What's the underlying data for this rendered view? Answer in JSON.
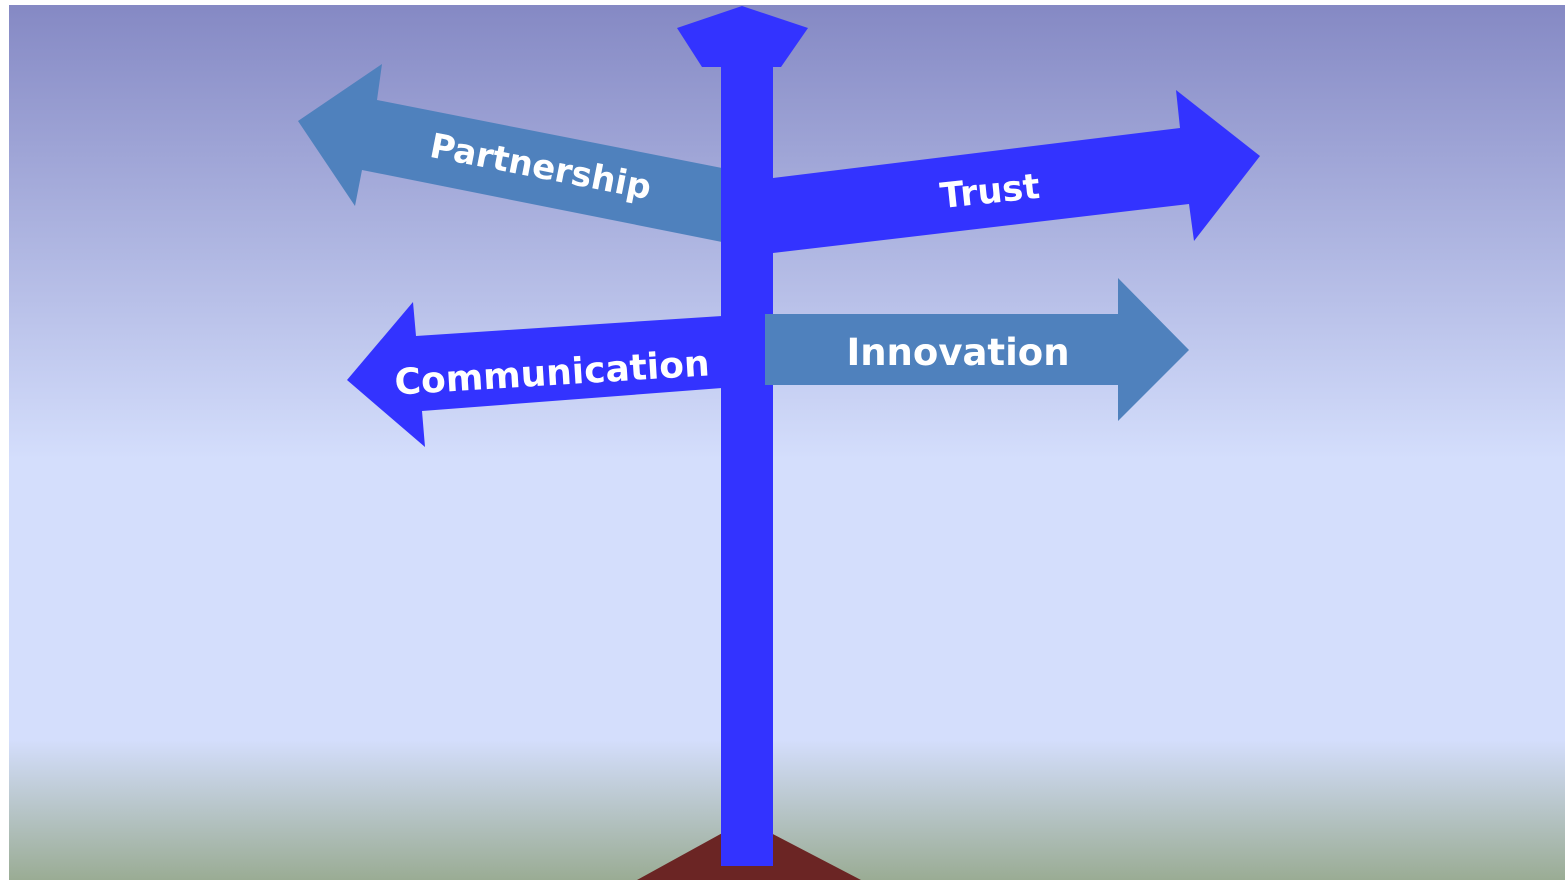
{
  "signs": {
    "partnership": "Partnership",
    "trust": "Trust",
    "communication": "Communication",
    "innovation": "Innovation"
  },
  "colors": {
    "sky_top": "#8589c4",
    "sky_mid": "#d4defc",
    "ground": "#9aac94",
    "post": "#3333ff",
    "sign_steel_blue": "#4f81bd",
    "sign_blue": "#3333ff",
    "mound": "#6b2524",
    "text": "#ffffff"
  }
}
